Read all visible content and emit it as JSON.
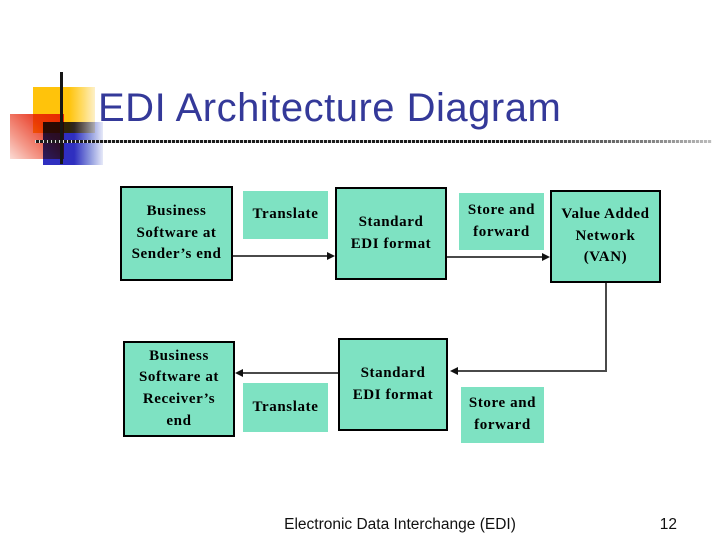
{
  "slide": {
    "title": "EDI Architecture Diagram",
    "footer": "Electronic Data Interchange (EDI)",
    "page_number": "12"
  },
  "diagram": {
    "nodes": {
      "sender": {
        "label": "Business\nSoftware at\nSender’s end",
        "bordered": true
      },
      "translate_top": {
        "label": "Translate",
        "bordered": false
      },
      "standard_top": {
        "label": "Standard\nEDI format",
        "bordered": true
      },
      "store_top": {
        "label": "Store and\nforward",
        "bordered": false
      },
      "van": {
        "label": "Value Added\nNetwork\n(VAN)",
        "bordered": true
      },
      "receiver": {
        "label": "Business\nSoftware at\nReceiver’s\nend",
        "bordered": true
      },
      "translate_bottom": {
        "label": "Translate",
        "bordered": false
      },
      "standard_bottom": {
        "label": "Standard\nEDI format",
        "bordered": true
      },
      "store_bottom": {
        "label": "Store and\nforward",
        "bordered": false
      }
    },
    "edges": [
      {
        "from": "sender",
        "to": "standard_top",
        "via": "translate_top",
        "direction": "right"
      },
      {
        "from": "standard_top",
        "to": "van",
        "via": "store_top",
        "direction": "right"
      },
      {
        "from": "van",
        "to": "standard_bottom",
        "via": "store_bottom",
        "direction": "down-then-left"
      },
      {
        "from": "standard_bottom",
        "to": "receiver",
        "via": "translate_bottom",
        "direction": "left"
      }
    ]
  },
  "colors": {
    "box_fill": "#7ee2c2",
    "box_border": "#000000",
    "title_text": "#343999",
    "accent_yellow": "#ffc30b",
    "accent_red": "#e8321f",
    "accent_blue": "#2f2fc0",
    "connector": "#4a4a4a"
  }
}
